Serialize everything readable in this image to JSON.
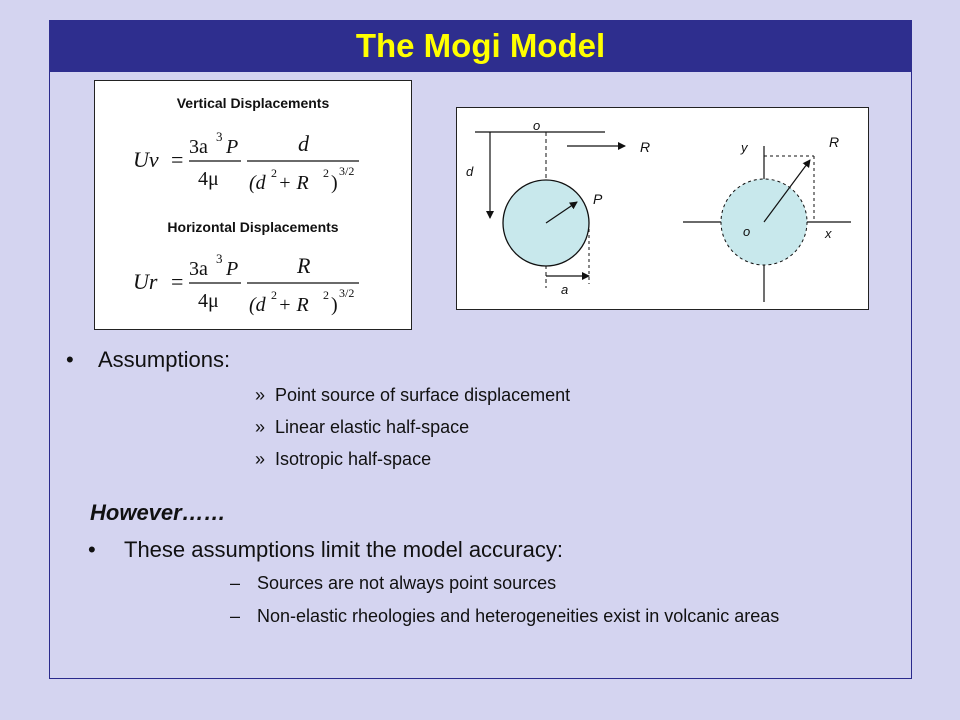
{
  "title": "The Mogi Model",
  "formulas": {
    "vertical_heading": "Vertical Displacements",
    "horizontal_heading": "Horizontal Displacements",
    "vertical": {
      "lhs": "Uv",
      "coef_num": "3a",
      "coef_exp": "3",
      "coef_p": "P",
      "coef_den": "4μ",
      "frac_num": "d",
      "frac_den": "(d",
      "frac_den_rest": " + R",
      "power": "3/2"
    },
    "horizontal": {
      "lhs": "Ur",
      "coef_num": "3a",
      "coef_exp": "3",
      "coef_p": "P",
      "coef_den": "4μ",
      "frac_num": "R",
      "frac_den": "(d",
      "frac_den_rest": " + R",
      "power": "3/2"
    }
  },
  "diagram": {
    "label_o_top": "o",
    "label_R_top": "R",
    "label_d": "d",
    "label_P": "P",
    "label_a": "a",
    "label_R_right": "R",
    "label_y": "y",
    "label_o_center": "o",
    "label_x": "x"
  },
  "bullets": {
    "assumptions": {
      "marker": "•",
      "text": "Assumptions:",
      "items": [
        {
          "marker": "»",
          "text": "Point source of surface displacement"
        },
        {
          "marker": "»",
          "text": "Linear elastic half-space"
        },
        {
          "marker": "»",
          "text": "Isotropic half-space"
        }
      ]
    },
    "however": "However……",
    "limits": {
      "marker": "•",
      "text": "These assumptions limit the model accuracy:",
      "items": [
        {
          "marker": "–",
          "text": "Sources are not always point sources"
        },
        {
          "marker": "–",
          "text": "Non-elastic rheologies and heterogeneities exist in volcanic areas"
        }
      ]
    }
  },
  "colors": {
    "background": "#d4d4f0",
    "title_bar": "#2e2e8e",
    "title_text": "#ffff00",
    "circle_fill": "#c8e8ec"
  }
}
